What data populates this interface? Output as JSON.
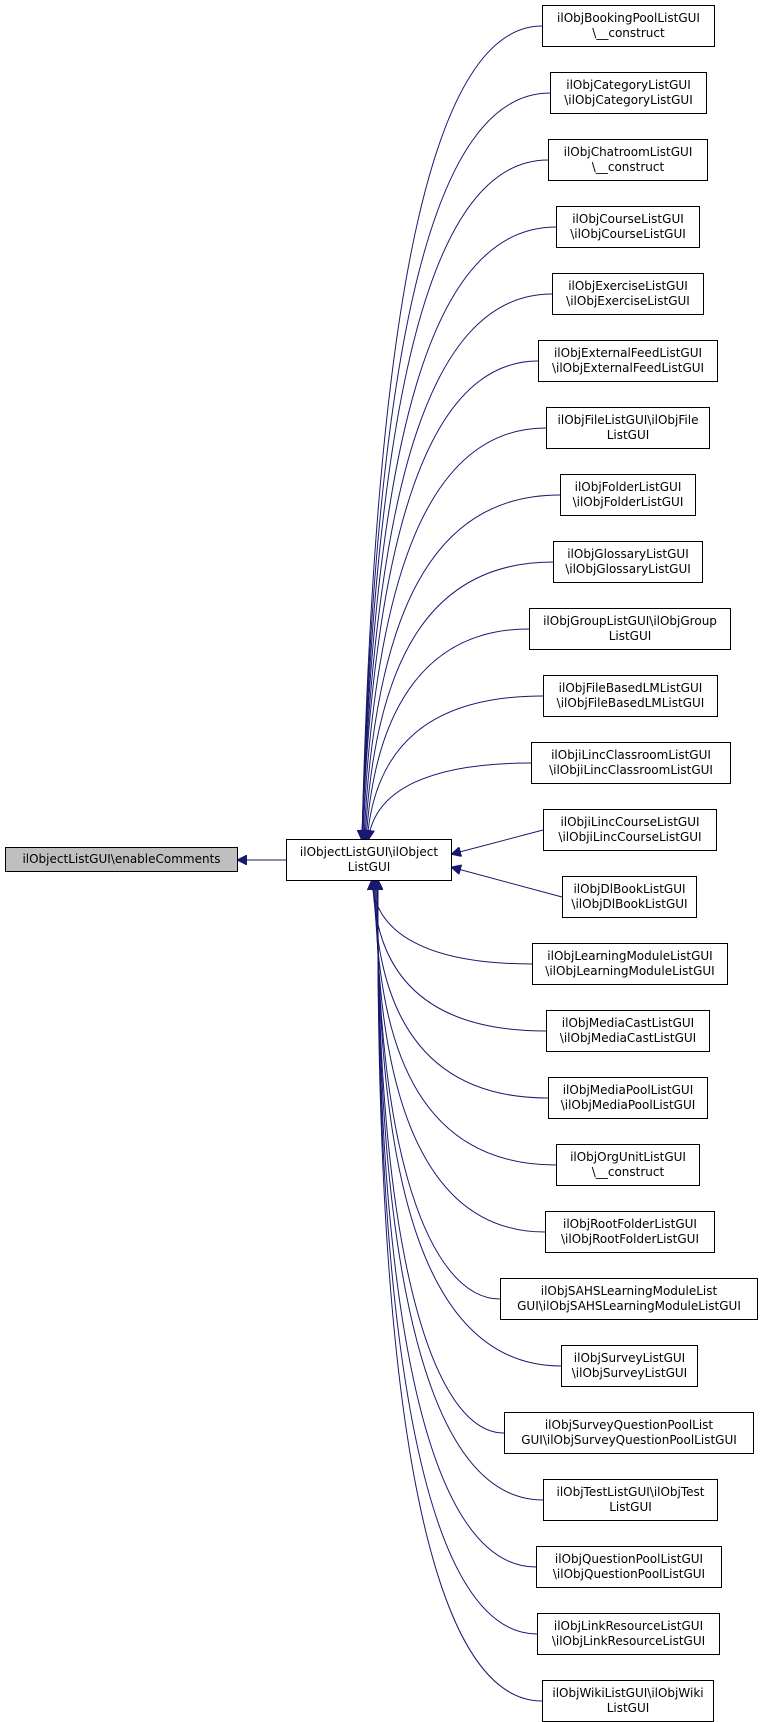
{
  "colors": {
    "edge": "#191970",
    "root_fill": "#bfbfbf",
    "node_fill": "#ffffff",
    "border": "#000000"
  },
  "root": {
    "label": "ilObjectListGUI\\enableComments"
  },
  "hub": {
    "label": "ilObjectListGUI\\ilObject\nListGUI"
  },
  "callers": [
    {
      "label": "ilObjBookingPoolListGUI\n\\__construct"
    },
    {
      "label": "ilObjCategoryListGUI\n\\ilObjCategoryListGUI"
    },
    {
      "label": "ilObjChatroomListGUI\n\\__construct"
    },
    {
      "label": "ilObjCourseListGUI\n\\ilObjCourseListGUI"
    },
    {
      "label": "ilObjExerciseListGUI\n\\ilObjExerciseListGUI"
    },
    {
      "label": "ilObjExternalFeedListGUI\n\\ilObjExternalFeedListGUI"
    },
    {
      "label": "ilObjFileListGUI\\ilObjFile\nListGUI"
    },
    {
      "label": "ilObjFolderListGUI\n\\ilObjFolderListGUI"
    },
    {
      "label": "ilObjGlossaryListGUI\n\\ilObjGlossaryListGUI"
    },
    {
      "label": "ilObjGroupListGUI\\ilObjGroup\nListGUI"
    },
    {
      "label": "ilObjFileBasedLMListGUI\n\\ilObjFileBasedLMListGUI"
    },
    {
      "label": "ilObjiLincClassroomListGUI\n\\ilObjiLincClassroomListGUI"
    },
    {
      "label": "ilObjiLincCourseListGUI\n\\ilObjiLincCourseListGUI"
    },
    {
      "label": "ilObjDlBookListGUI\n\\ilObjDlBookListGUI"
    },
    {
      "label": "ilObjLearningModuleListGUI\n\\ilObjLearningModuleListGUI"
    },
    {
      "label": "ilObjMediaCastListGUI\n\\ilObjMediaCastListGUI"
    },
    {
      "label": "ilObjMediaPoolListGUI\n\\ilObjMediaPoolListGUI"
    },
    {
      "label": "ilObjOrgUnitListGUI\n\\__construct"
    },
    {
      "label": "ilObjRootFolderListGUI\n\\ilObjRootFolderListGUI"
    },
    {
      "label": "ilObjSAHSLearningModuleList\nGUI\\ilObjSAHSLearningModuleListGUI"
    },
    {
      "label": "ilObjSurveyListGUI\n\\ilObjSurveyListGUI"
    },
    {
      "label": "ilObjSurveyQuestionPoolList\nGUI\\ilObjSurveyQuestionPoolListGUI"
    },
    {
      "label": "ilObjTestListGUI\\ilObjTest\nListGUI"
    },
    {
      "label": "ilObjQuestionPoolListGUI\n\\ilObjQuestionPoolListGUI"
    },
    {
      "label": "ilObjLinkResourceListGUI\n\\ilObjLinkResourceListGUI"
    },
    {
      "label": "ilObjWikiListGUI\\ilObjWiki\nListGUI"
    }
  ]
}
